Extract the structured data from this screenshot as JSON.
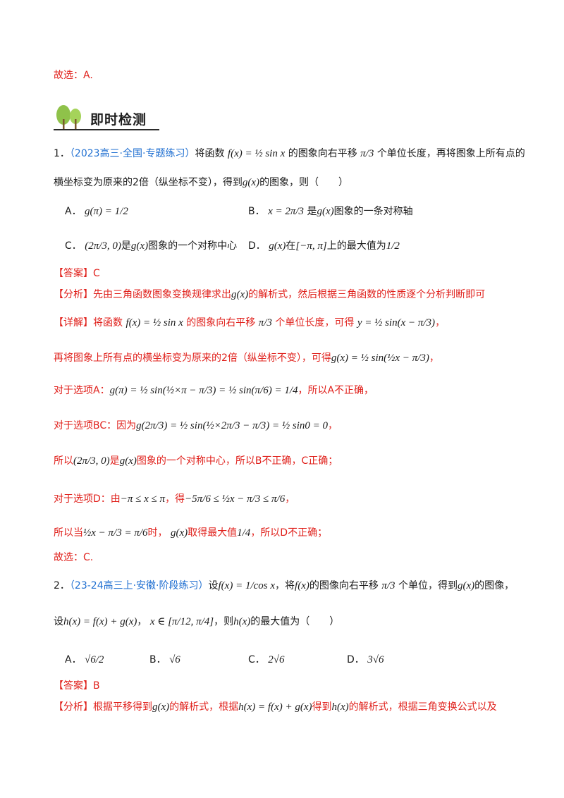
{
  "top_answer": "故选：A.",
  "section": {
    "title": "即时检测",
    "icon": "tree-icon"
  },
  "q1": {
    "number": "1．",
    "source": "（2023高三·全国·专题练习）",
    "text_a": "将函数",
    "func": "f(x) = ½ sin x",
    "text_b": "的图象向右平移",
    "shift": "π/3",
    "text_c": "个单位长度，再将图象上所有点的",
    "line2_a": "横坐标变为原来的2倍（纵坐标不变），得到",
    "gx": "g(x)",
    "line2_b": "的图象，则（　　）",
    "optA_label": "A．",
    "optA": "g(π) = 1/2",
    "optB_label": "B．",
    "optB_a": "x = 2π/3",
    "optB_b": "是",
    "optB_c": "图象的一条对称轴",
    "optC_label": "C．",
    "optC_a": "(2π/3, 0)",
    "optC_b": "是",
    "optC_c": "图象的一个对称中心",
    "optD_label": "D．",
    "optD_a": "在",
    "optD_b": "[−π, π]",
    "optD_c": "上的最大值为",
    "optD_d": "1/2",
    "answer": "【答案】C",
    "analysis_label": "【分析】",
    "analysis_a": "先由三角函数图象变换规律求出",
    "analysis_b": "的解析式，然后根据三角函数的性质逐个分析判断即可",
    "detail_label": "【详解】",
    "detail_a": "将函数",
    "detail_b": "的图象向右平移",
    "detail_c": "个单位长度，可得",
    "detail_d": "y = ½ sin(x − π/3)",
    "line_scale_a": "再将图象上所有点的横坐标变为原来的2倍（纵坐标不变），可得",
    "line_scale_b": "g(x) = ½ sin(½x − π/3)",
    "optA_check_a": "对于选项A：",
    "optA_check_b": "g(π) = ½ sin(½×π − π/3) = ½ sin(π/6) = 1/4",
    "optA_check_c": "，所以A不正确，",
    "optBC_a": "对于选项BC：因为",
    "optBC_b": "g(2π/3) = ½ sin(½×2π/3 − π/3) = ½ sin0 = 0",
    "optBC_c": "，",
    "so_a": "所以",
    "so_b": "(2π/3, 0)",
    "so_c": "是",
    "so_d": "图象的一个对称中心，所以B不正确，C正确；",
    "optD_check_a": "对于选项D：由",
    "optD_check_b": "−π ≤ x ≤ π",
    "optD_check_c": "，得",
    "optD_check_d": "−5π/6 ≤ ½x − π/3 ≤ π/6",
    "optD_check_e": "，",
    "when_a": "所以当",
    "when_b": "½x − π/3 = π/6",
    "when_c": "时，",
    "when_d": "取得最大值",
    "when_e": "1/4",
    "when_f": "，所以D不正确；",
    "choose": "故选：C."
  },
  "q2": {
    "number": "2．",
    "source": "（23-24高三上·安徽·阶段练习）",
    "text_a": "设",
    "func": "f(x) = 1/cos x",
    "text_b": "，将",
    "fx": "f(x)",
    "text_c": "的图像向右平移",
    "shift": "π/3",
    "text_d": "个单位，得到",
    "gx": "g(x)",
    "text_e": "的图像，",
    "line2_a": "设",
    "hx_def": "h(x) = f(x) + g(x)",
    "line2_b": "，",
    "x_range": "x ∈ [π/12, π/4]",
    "line2_c": "，则",
    "hx": "h(x)",
    "line2_d": "的最大值为（　　）",
    "optA_label": "A．",
    "optA": "√6/2",
    "optB_label": "B．",
    "optB": "√6",
    "optC_label": "C．",
    "optC": "2√6",
    "optD_label": "D．",
    "optD": "3√6",
    "answer": "【答案】B",
    "analysis_label": "【分析】",
    "analysis_a": "根据平移得到",
    "analysis_b": "的解析式，根据",
    "analysis_c": "得到",
    "analysis_d": "的解析式，根据三角变换公式以及"
  }
}
